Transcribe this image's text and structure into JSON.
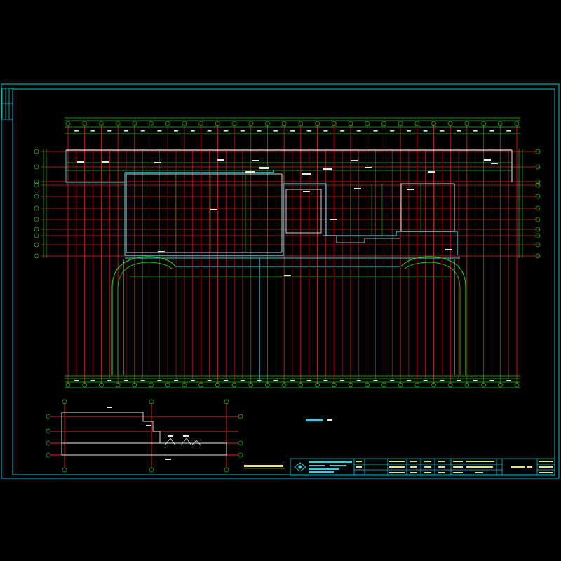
{
  "drawing": {
    "colors": {
      "background": "#000000",
      "frame": "#00c8d8",
      "axis_red": "#e02020",
      "wall_green": "#20c020",
      "detail_white": "#e8e8e8",
      "text_yellow": "#e8e860",
      "accent_cyan": "#30d0e0"
    },
    "top_axis_count": 28,
    "bottom_axis_count": 28,
    "left_axis_count": 11,
    "right_axis_count": 11
  }
}
